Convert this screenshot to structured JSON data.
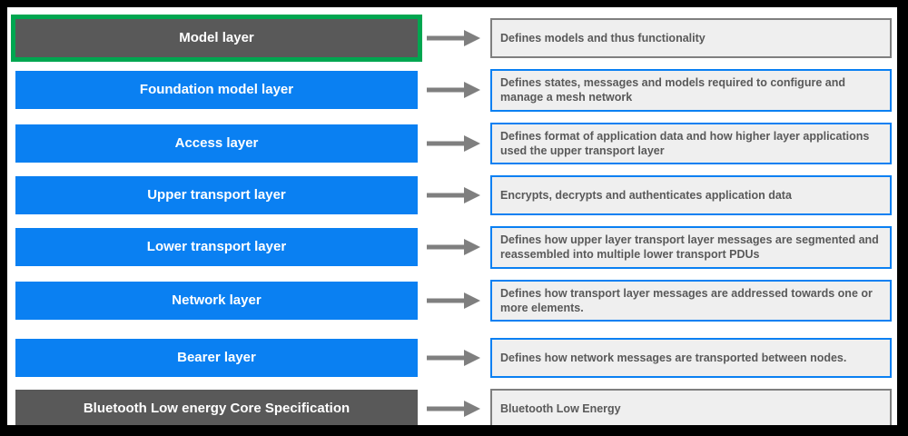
{
  "colors": {
    "blue": "#0a80f2",
    "dark_gray": "#595959",
    "green": "#00a650",
    "desc_bg": "#efefef",
    "desc_border_gray": "#7f7f7f",
    "arrow": "#7f7f7f",
    "text_light": "#ffffff",
    "text_dark": "#595959",
    "frame": "#000000",
    "background": "#ffffff"
  },
  "arrow_icon": "arrow-right",
  "rows": [
    {
      "layer": "Model layer",
      "description": "Defines models and thus functionality",
      "layer_style": "dark",
      "highlighted": true,
      "desc_border": "gray"
    },
    {
      "layer": "Foundation model layer",
      "description": "Defines states, messages and models required to configure and manage a mesh network",
      "layer_style": "blue",
      "highlighted": false,
      "desc_border": "blue"
    },
    {
      "layer": "Access layer",
      "description": "Defines format of application data and how higher layer applications used the upper transport layer",
      "layer_style": "blue",
      "highlighted": false,
      "desc_border": "blue"
    },
    {
      "layer": "Upper transport layer",
      "description": "Encrypts, decrypts and authenticates application data",
      "layer_style": "blue",
      "highlighted": false,
      "desc_border": "blue"
    },
    {
      "layer": "Lower transport layer",
      "description": "Defines how upper layer transport layer messages are segmented and reassembled into multiple lower transport PDUs",
      "layer_style": "blue",
      "highlighted": false,
      "desc_border": "blue"
    },
    {
      "layer": "Network layer",
      "description": "Defines how transport layer messages are addressed towards one or more elements.",
      "layer_style": "blue",
      "highlighted": false,
      "desc_border": "blue"
    },
    {
      "layer": "Bearer layer",
      "description": "Defines how network messages are transported between nodes.",
      "layer_style": "blue",
      "highlighted": false,
      "desc_border": "blue"
    },
    {
      "layer": "Bluetooth Low energy Core Specification",
      "description": "Bluetooth Low Energy",
      "layer_style": "dark",
      "highlighted": false,
      "desc_border": "gray"
    }
  ]
}
